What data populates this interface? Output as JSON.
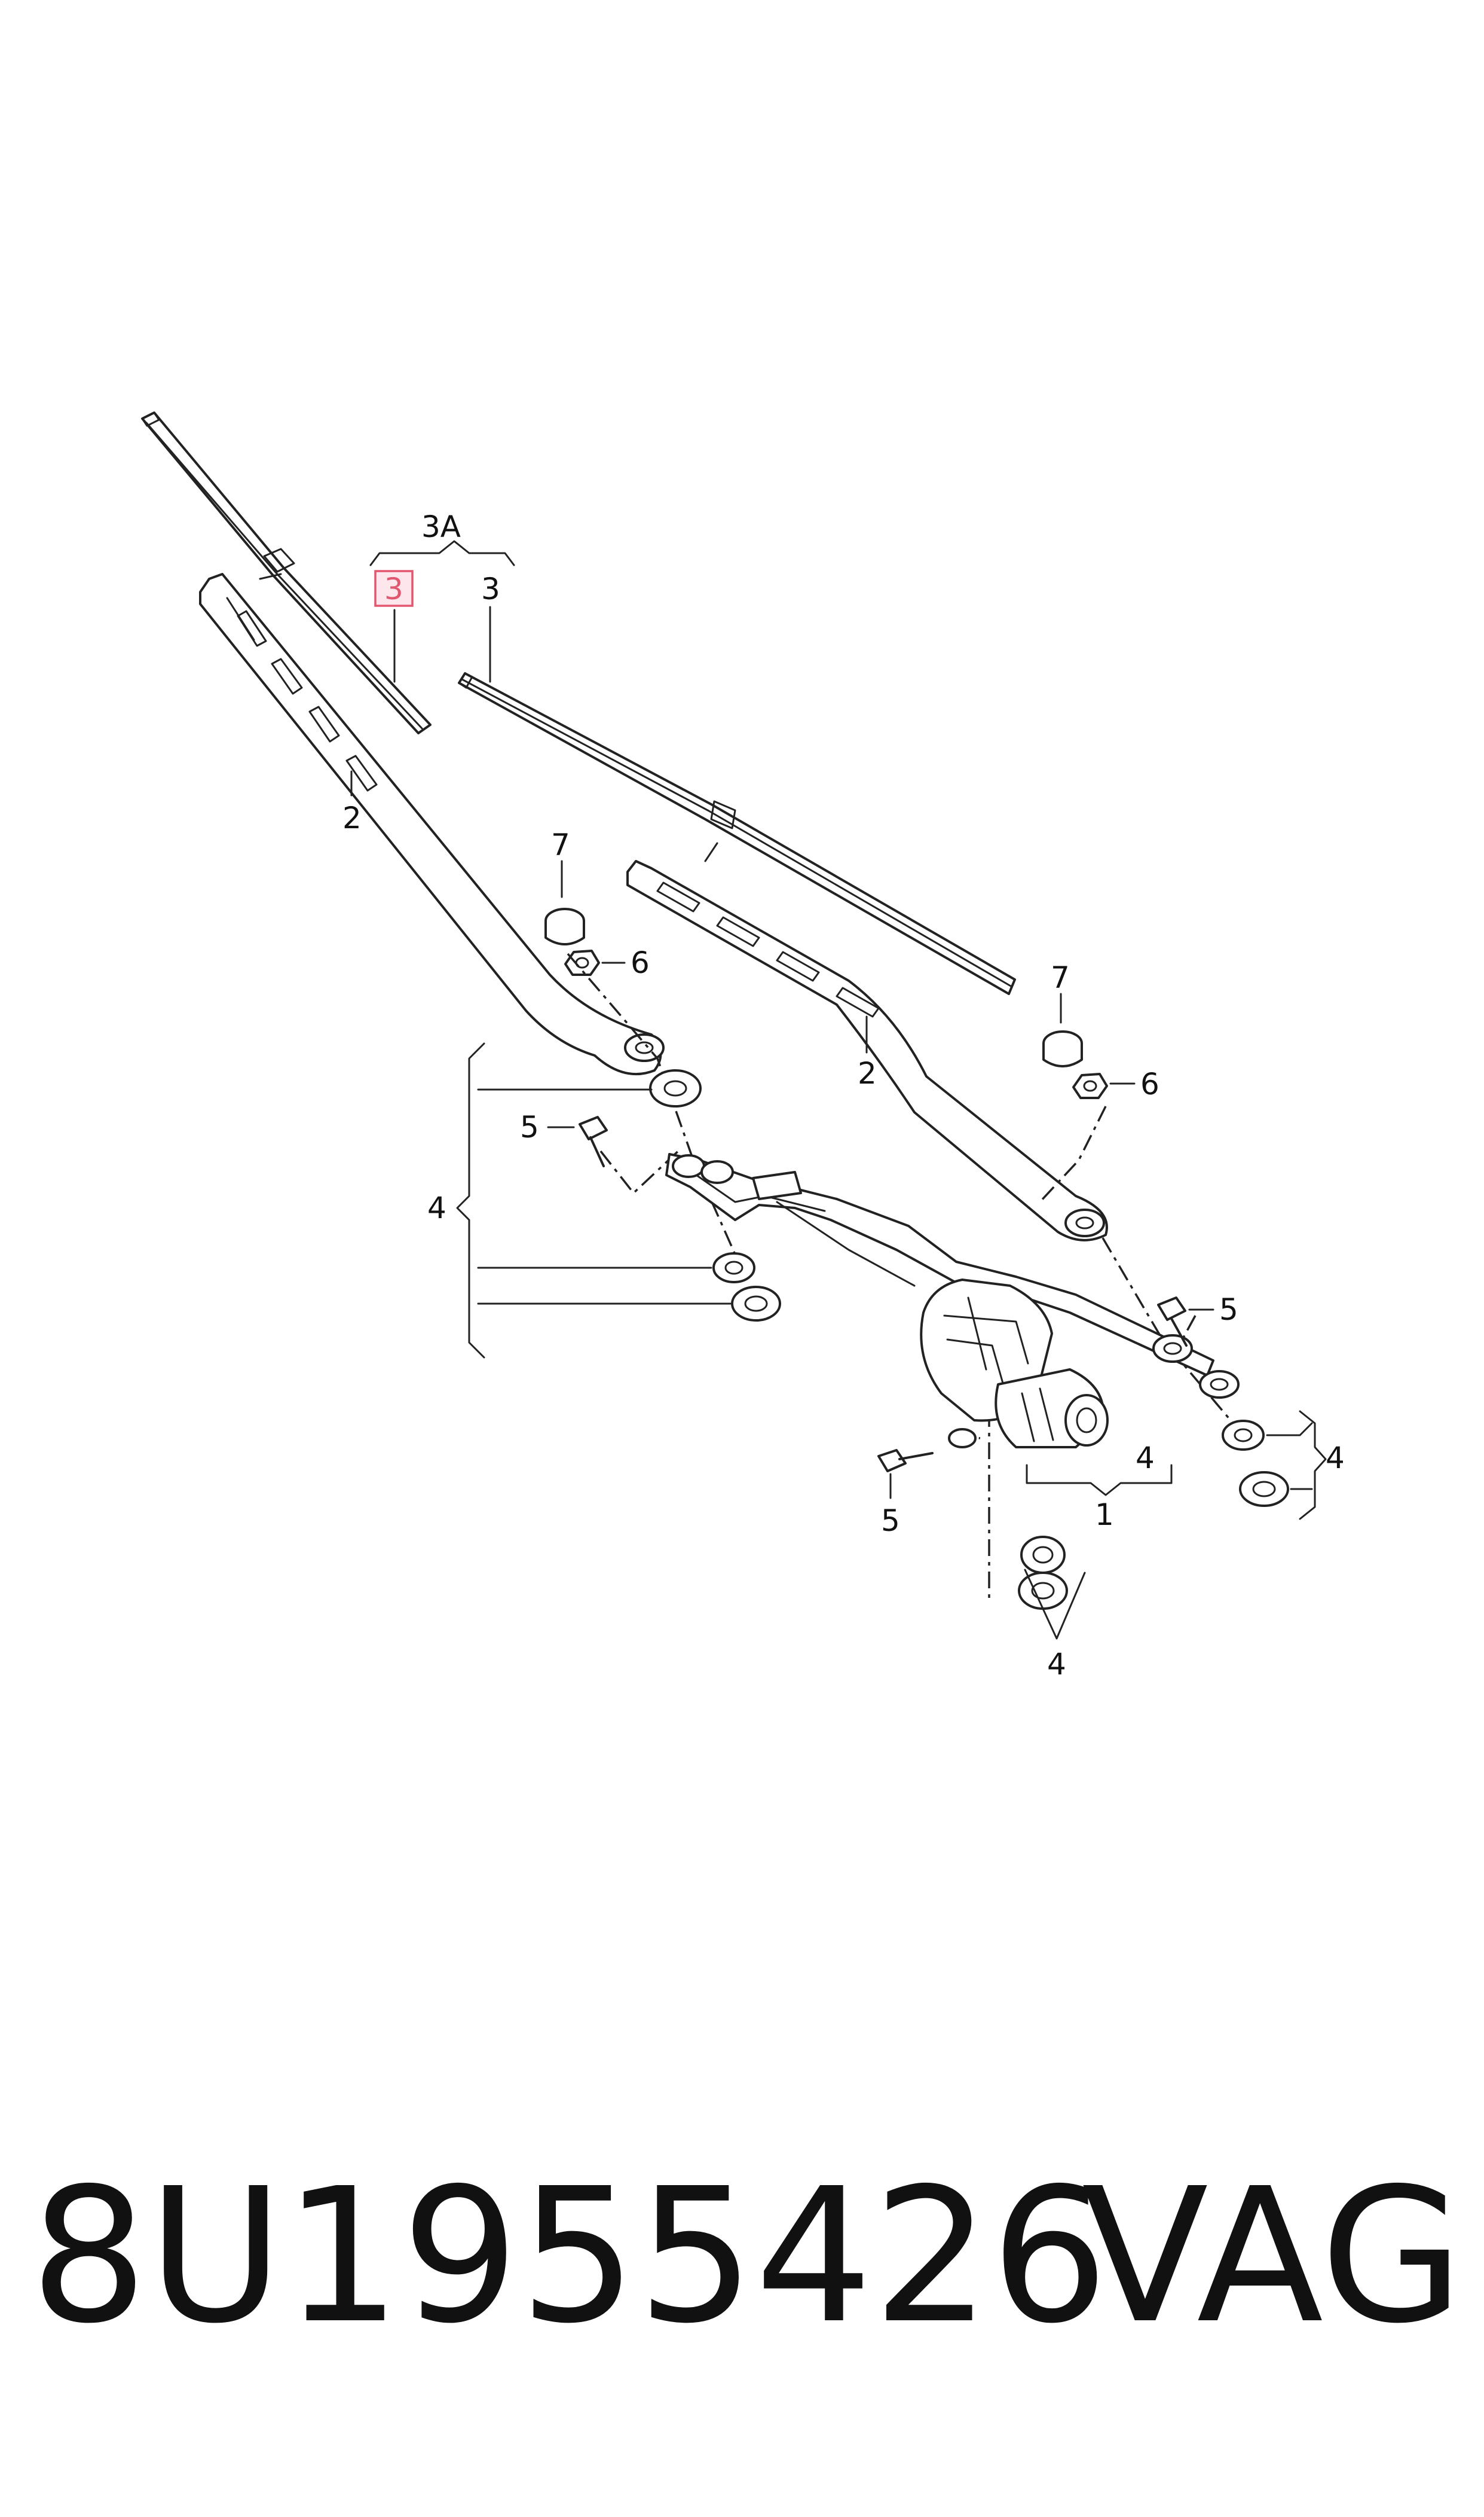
{
  "diagram": {
    "callouts": {
      "group_3a": "3A",
      "blade_left_highlighted": "3",
      "blade_right": "3",
      "arm_left": "2",
      "arm_right": "2",
      "cap_left": "7",
      "nut_left": "6",
      "cap_right": "7",
      "nut_right": "6",
      "bolt_left": "5",
      "bolt_right": "5",
      "bolt_bottom": "5",
      "grommet_group_left": "4",
      "grommet_group_right": "4",
      "grommet_group_center": "4",
      "grommet_group_bottom": "4",
      "linkage_assembly": "1"
    },
    "accent_color": "#e0576f"
  },
  "footer": {
    "part_number": "8U1955426",
    "brand": "VAG"
  }
}
